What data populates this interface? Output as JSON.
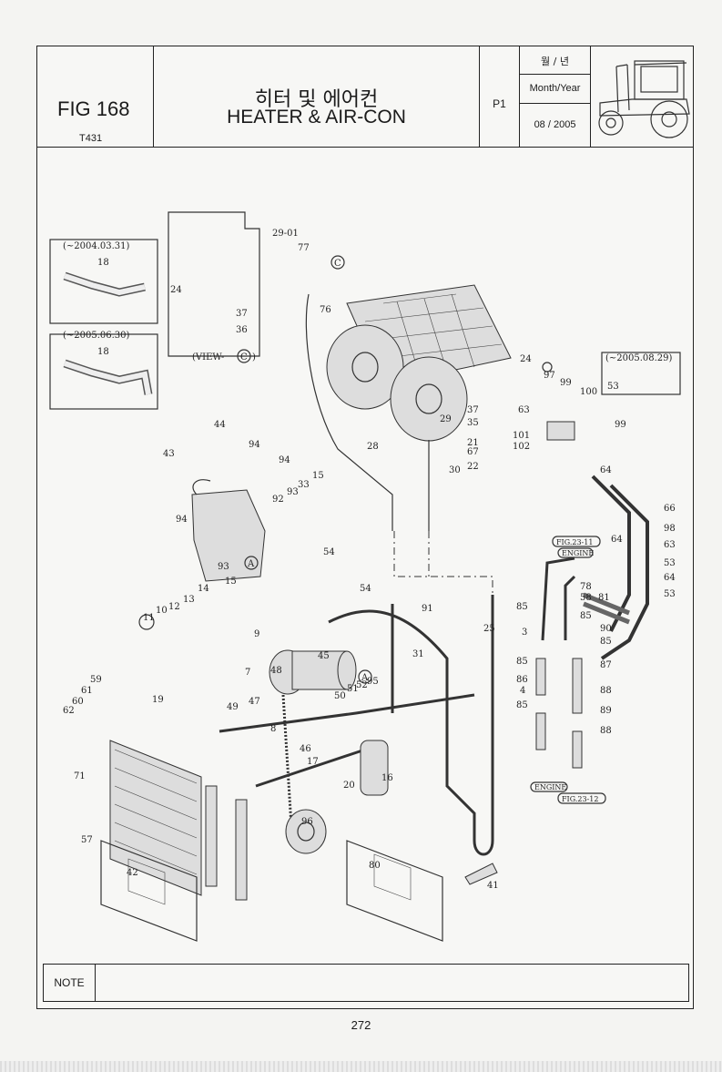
{
  "header": {
    "fig_label": "FIG 168",
    "model": "T431",
    "title_ko": "히터 및 에어컨",
    "title_en": "HEATER & AIR-CON",
    "page": "P1",
    "date_label_ko": "월 / 년",
    "date_label_en": "Month/Year",
    "date_value": "08 / 2005",
    "tractor_icon": "tractor-icon"
  },
  "diagram": {
    "boxes": {
      "box1": "(~2004.03.31)",
      "box2": "(~2005.06.30)",
      "box3": "(~2005.08.29)",
      "view": "(VIEW-",
      "view_letter": "C",
      "view_close": ")"
    },
    "refs": {
      "fig23_11": "FIG.23-11",
      "engine_top": "ENGINE",
      "engine_bottom": "ENGINE",
      "fig23_12": "FIG.23-12"
    },
    "callouts": {
      "c2901": "29-01",
      "c77": "77",
      "c76": "76",
      "c24a": "24",
      "c37a": "37",
      "c36": "36",
      "c18a": "18",
      "c18b": "18",
      "c24b": "24",
      "c29": "29",
      "c97": "97",
      "c99a": "99",
      "c100": "100",
      "c53a": "53",
      "c37b": "37",
      "c35": "35",
      "c21": "21",
      "c67": "67",
      "c22": "22",
      "c101": "101",
      "c102": "102",
      "c63a": "63",
      "c99b": "99",
      "c64a": "64",
      "c28": "28",
      "c30": "30",
      "c66": "66",
      "c98": "98",
      "c63b": "63",
      "c53b": "53",
      "c64b": "64",
      "c64c": "64",
      "c53c": "53",
      "c78": "78",
      "c58": "58",
      "c81": "81",
      "c44": "44",
      "c94a": "94",
      "c43": "43",
      "c94b": "94",
      "c15a": "15",
      "c33": "33",
      "c93a": "93",
      "c92": "92",
      "c94c": "94",
      "c93b": "93",
      "c15b": "15",
      "c14": "14",
      "c13": "13",
      "c12": "12",
      "c10": "10",
      "c11": "11",
      "c54a": "54",
      "c54b": "54",
      "c9": "9",
      "c91": "91",
      "c25": "25",
      "c31": "31",
      "c85a": "85",
      "c85b": "85",
      "c3": "3",
      "c90": "90",
      "c85c": "85",
      "c85d": "85",
      "c87": "87",
      "c86": "86",
      "c4": "4",
      "c88a": "88",
      "c85e": "85",
      "c89": "89",
      "c88b": "88",
      "c45": "45",
      "c7": "7",
      "c48": "48",
      "c47": "47",
      "c49": "49",
      "c8": "8",
      "c46": "46",
      "c17": "17",
      "c50": "50",
      "c51": "51",
      "c52": "52",
      "c95": "95",
      "c16": "16",
      "c20": "20",
      "c96": "96",
      "c19": "19",
      "c59": "59",
      "c61": "61",
      "c60": "60",
      "c62": "62",
      "c71": "71",
      "c57": "57",
      "c42": "42",
      "c80": "80",
      "c41": "41",
      "markA1": "A",
      "markA2": "A",
      "markC": "C"
    }
  },
  "note_label": "NOTE",
  "page_number": "272"
}
